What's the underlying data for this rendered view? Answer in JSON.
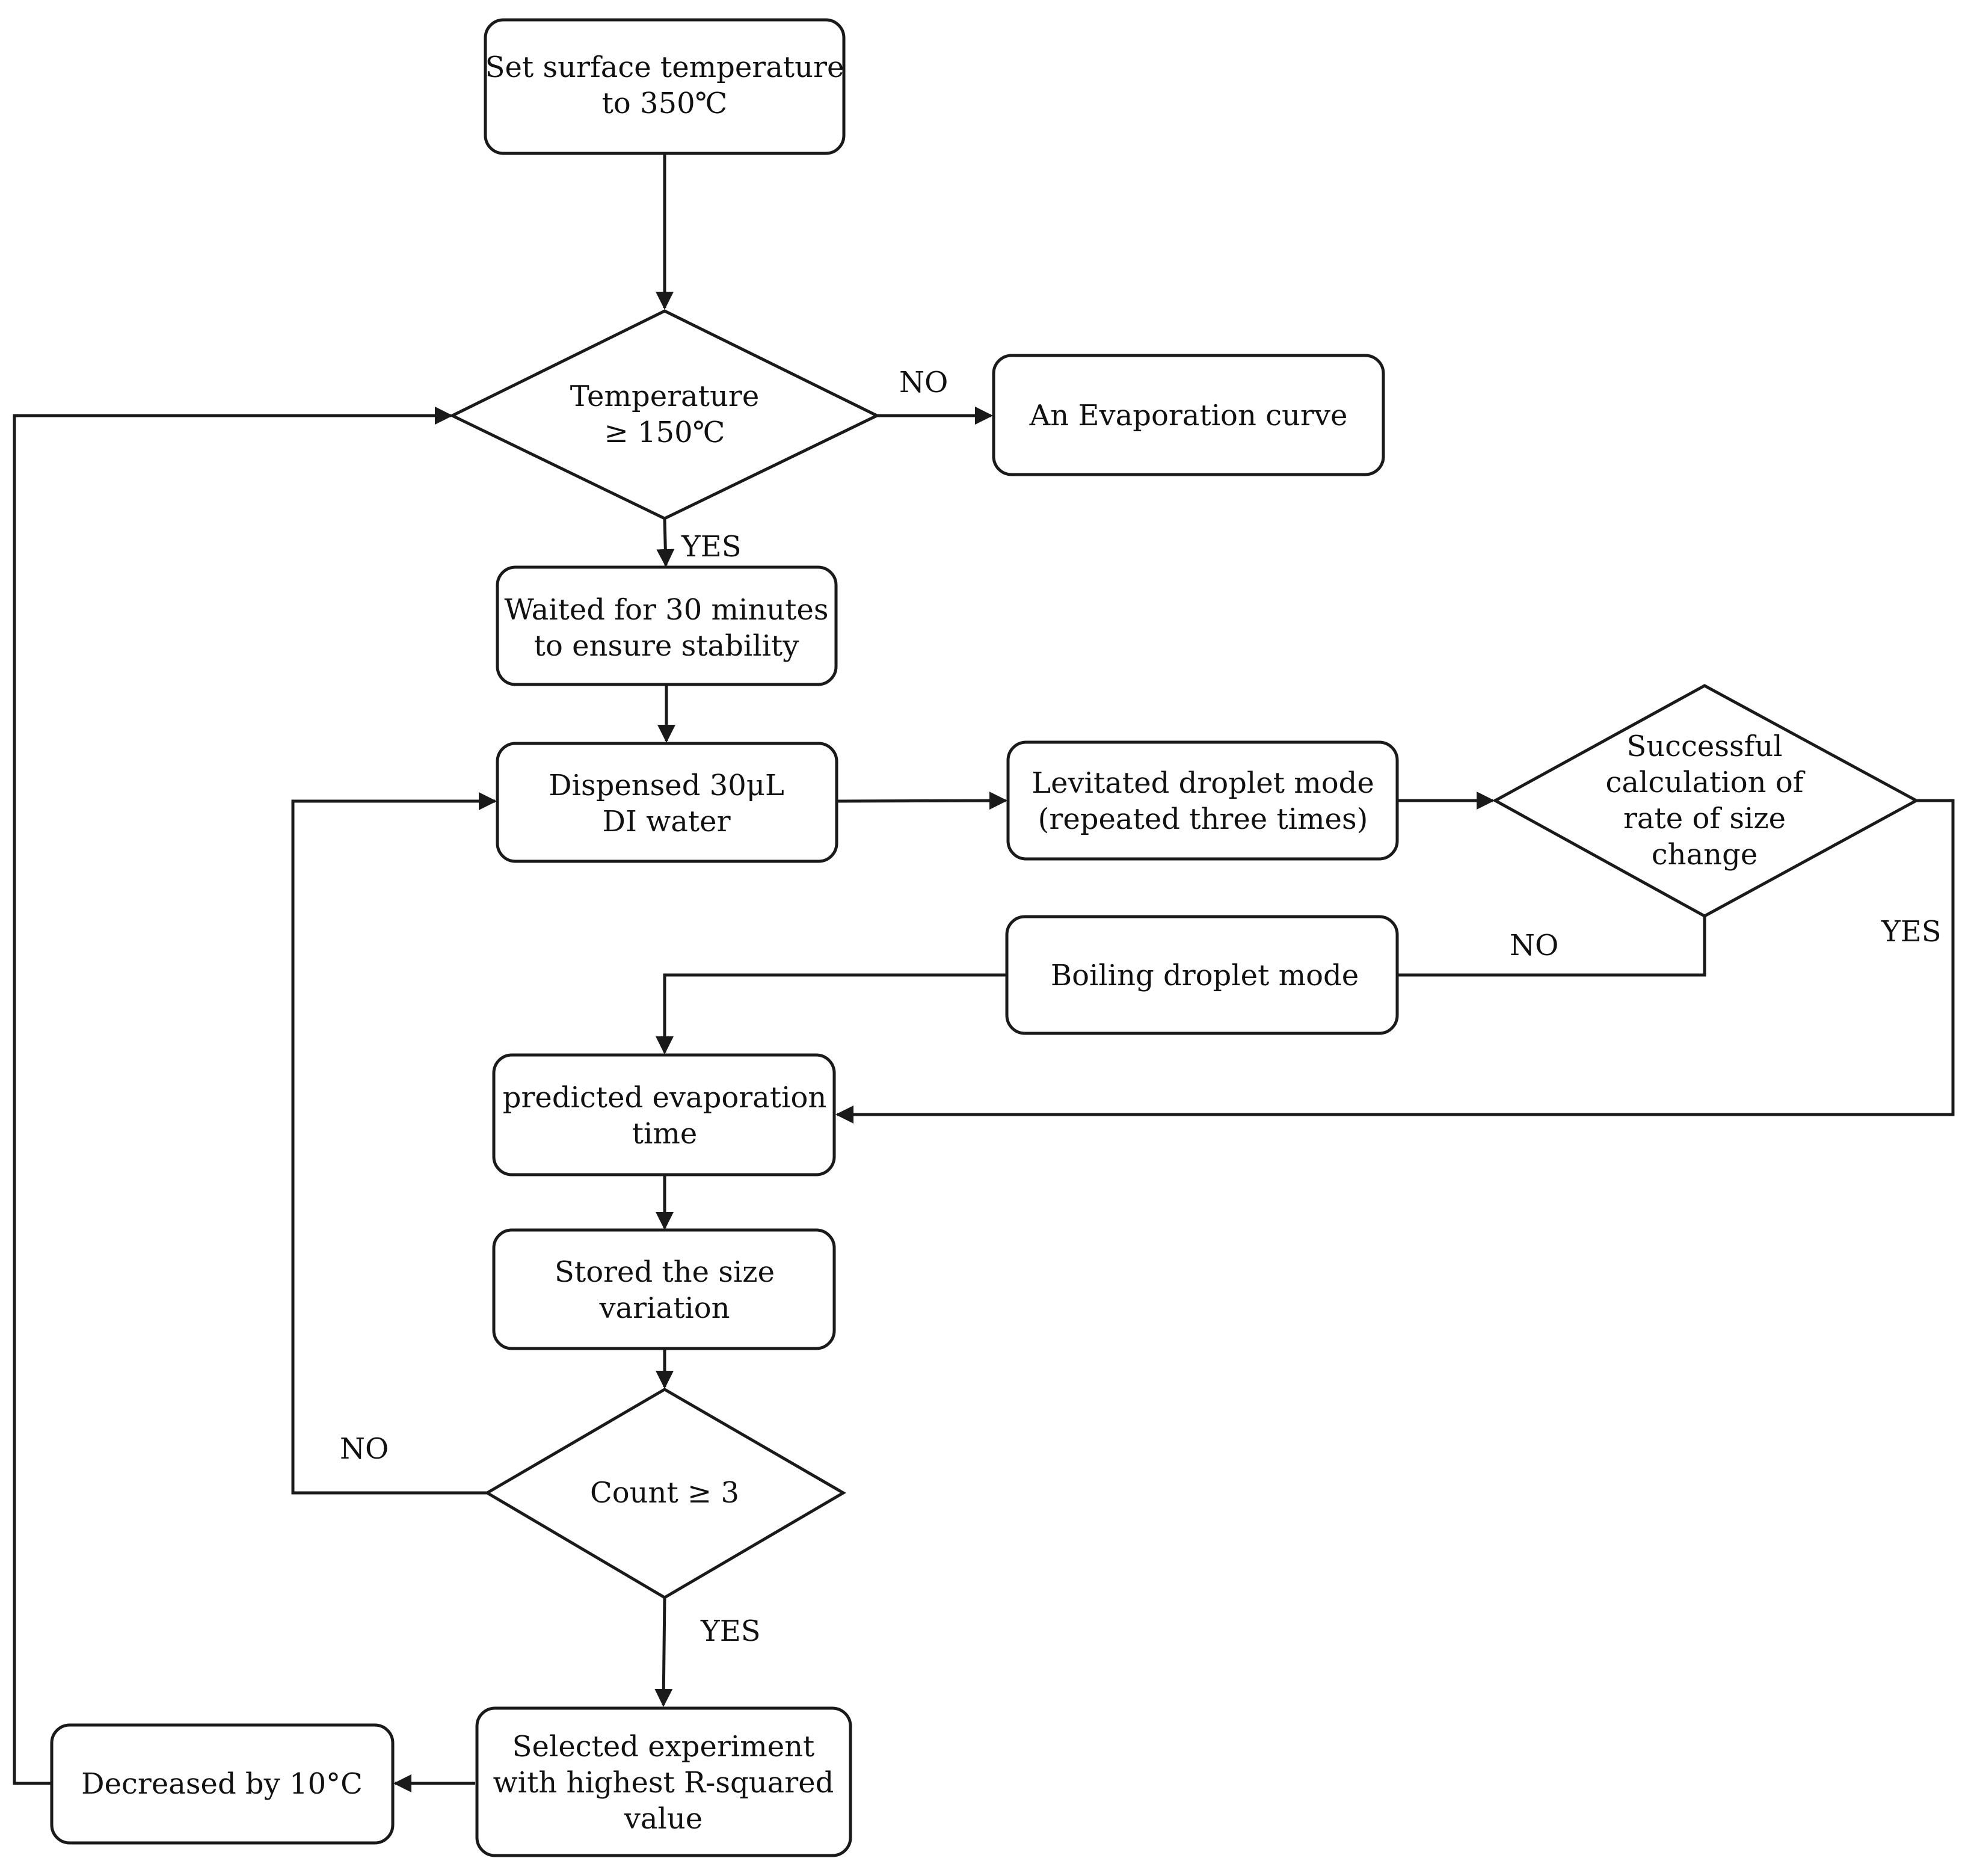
{
  "nodes": {
    "set_temp": {
      "lines": [
        "Set surface temperature",
        "to 350℃"
      ]
    },
    "temp_check": {
      "lines": [
        "Temperature",
        "≥ 150℃"
      ]
    },
    "evap_curve": {
      "lines": [
        "An Evaporation curve"
      ]
    },
    "wait": {
      "lines": [
        "Waited for 30 minutes",
        "to ensure stability"
      ]
    },
    "dispense": {
      "lines": [
        "Dispensed 30μL",
        "DI water"
      ]
    },
    "levitated": {
      "lines": [
        "Levitated droplet mode",
        "(repeated three times)"
      ]
    },
    "success_check": {
      "lines": [
        "Successful",
        "calculation of",
        "rate of size",
        "change"
      ]
    },
    "boiling": {
      "lines": [
        "Boiling droplet mode"
      ]
    },
    "predicted": {
      "lines": [
        "predicted evaporation",
        "time"
      ]
    },
    "stored": {
      "lines": [
        "Stored the size",
        "variation"
      ]
    },
    "count_check": {
      "lines": [
        "Count ≥ 3"
      ]
    },
    "selected": {
      "lines": [
        "Selected experiment",
        "with highest R-squared",
        "value"
      ]
    },
    "decreased": {
      "lines": [
        "Decreased by 10°C"
      ]
    }
  },
  "edge_labels": {
    "temp_no": "NO",
    "temp_yes": "YES",
    "success_no": "NO",
    "success_yes": "YES",
    "count_no": "NO",
    "count_yes": "YES"
  }
}
